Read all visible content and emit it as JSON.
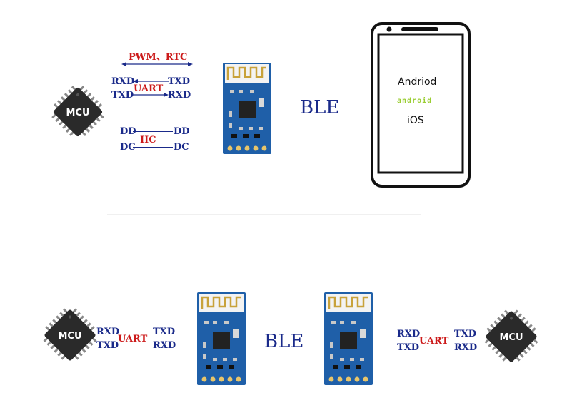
{
  "top": {
    "mcu_label": "MCU",
    "pwm_rtc": "PWM、RTC",
    "uart_label": "UART",
    "rxd_left": "RXD",
    "txd_right": "TXD",
    "txd_left": "TXD",
    "rxd_right": "RXD",
    "iic_label": "IIC",
    "dd_left": "DD",
    "dd_right": "DD",
    "dc_left": "DC",
    "dc_right": "DC",
    "ble": "BLE",
    "phone": {
      "android": "Andriod",
      "android_logo": "android",
      "ios": "iOS"
    }
  },
  "bottom": {
    "left_mcu_label": "MCU",
    "right_mcu_label": "MCU",
    "left": {
      "rxd": "RXD",
      "txd": "TXD",
      "uart": "UART",
      "txd2": "TXD",
      "rxd2": "RXD"
    },
    "right": {
      "rxd": "RXD",
      "txd": "TXD",
      "uart": "UART",
      "txd2": "TXD",
      "rxd2": "RXD"
    },
    "ble": "BLE"
  },
  "colors": {
    "label_blue": "#1a2a8a",
    "label_red": "#cc1a1a",
    "board_blue": "#1f5fa8",
    "chip_black": "#222222"
  }
}
